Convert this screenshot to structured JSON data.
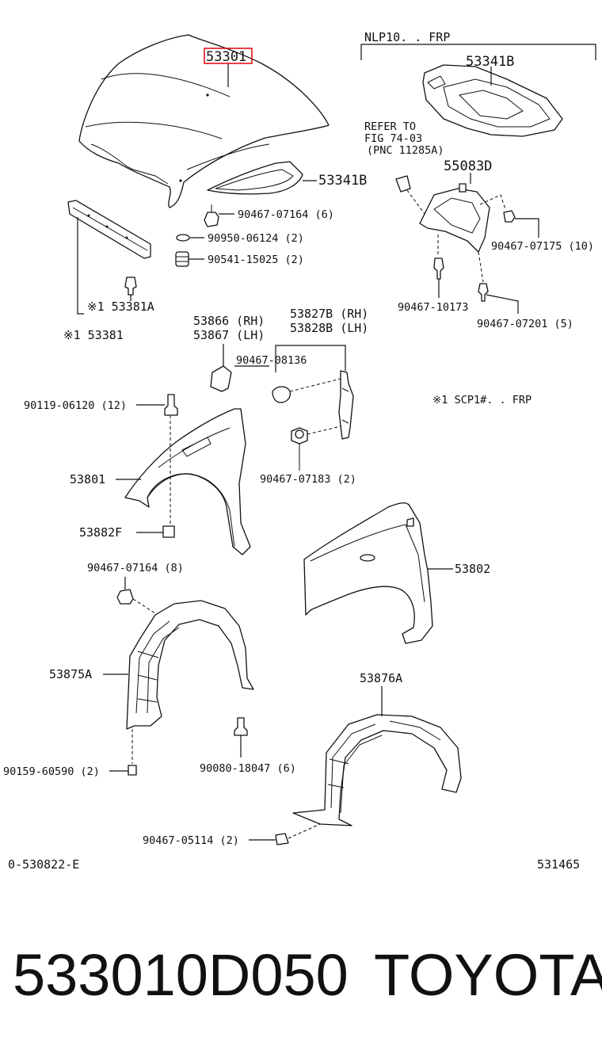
{
  "variant_note": "NLP10. . FRP",
  "refer_note": {
    "line1": "REFER TO",
    "line2": "FIG 74-03",
    "line3": "(PNC 11285A)"
  },
  "scp_note": "※1 SCP1#. . FRP",
  "highlight_color": "#e0141e",
  "callouts": {
    "hood": "53301",
    "insulator_top": "53341B",
    "insulator_hood": "53341B",
    "bracket_55083": "55083D",
    "clip_90467_07164_6": "90467-07164 (6)",
    "ring_90950": "90950-06124 (2)",
    "cushion_90541": "90541-15025 (2)",
    "clip_90467_07175": "90467-07175 (10)",
    "clip_90467_10173": "90467-10173",
    "clip_90467_07201": "90467-07201 (5)",
    "seal_53381A": "※1 53381A",
    "seal_53381": "※1 53381",
    "prot_rh": "53866 (RH)",
    "prot_lh": "53867 (LH)",
    "seal_rh": "53827B (RH)",
    "seal_lh": "53828B (LH)",
    "clip_90467_08136": "90467-08136",
    "bolt_90119": "90119-06120 (12)",
    "fender_lh": "53801",
    "nut_53882F": "53882F",
    "clip_90467_07183": "90467-07183 (2)",
    "fender_rh": "53802",
    "clip_90467_07164_8": "90467-07164 (8)",
    "liner_lh": "53875A",
    "liner_rh": "53876A",
    "screw_90159": "90159-60590 (2)",
    "bolt_90080": "90080-18047 (6)",
    "clip_90467_05114": "90467-05114 (2)"
  },
  "footer": {
    "left_code": "0-530822-E",
    "right_code": "531465",
    "part_number": "533010D050",
    "brand": "TOYOTA"
  }
}
